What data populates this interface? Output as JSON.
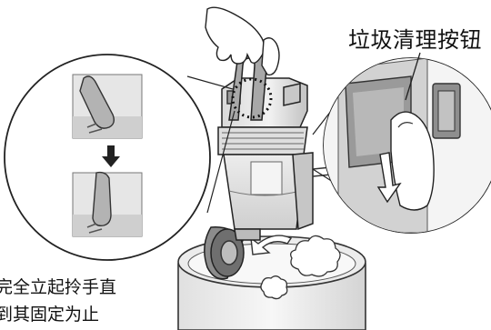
{
  "labels": {
    "dust_release_button": "垃圾清理按钮"
  },
  "caption": {
    "line1": "完全立起拎手直",
    "line2": "到其固定为止"
  },
  "colors": {
    "line": "#222222",
    "shade": "#d8d8d8",
    "dark": "#8a8a8a",
    "mid": "#b4b4b4"
  },
  "icons": {
    "down_arrow": "down-arrow-icon",
    "curved_arrow": "curved-arrow-icon"
  }
}
